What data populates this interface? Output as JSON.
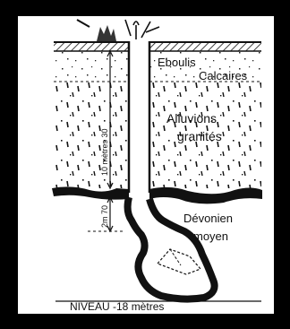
{
  "labels": {
    "eboulis": "Eboulis",
    "calcaires": "Calcaires",
    "alluvions": "Alluvions",
    "granites": "granités",
    "devonien": "Dévonien",
    "moyen": "moyen",
    "depth_10": "10 mètres 30",
    "depth_2": "2m 70",
    "niveau": "NIVEAU -18 mètres"
  },
  "colors": {
    "background": "#000000",
    "paper": "#ffffff",
    "ink": "#111111"
  }
}
